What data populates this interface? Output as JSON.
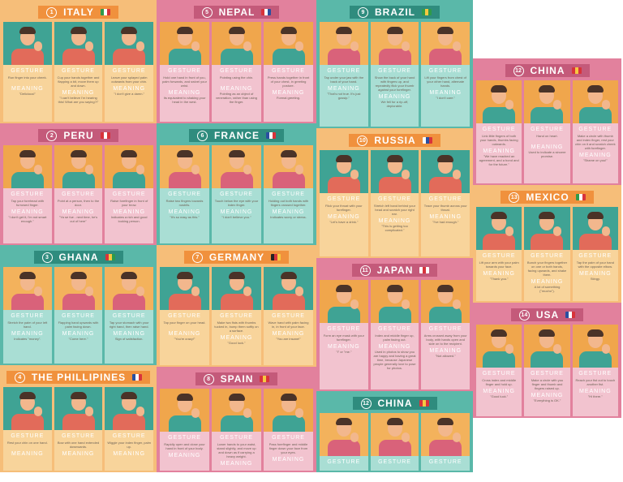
{
  "labels": {
    "gesture": "GESTURE",
    "meaning": "MEANING"
  },
  "panels": [
    {
      "num": "1",
      "country": "ITALY",
      "theme": "orange",
      "flag": [
        "#2f9a4a",
        "#ffffff",
        "#d8333b"
      ],
      "cards": [
        {
          "desc": "Run finger into your cheek.",
          "quote": "\"Delicious!\""
        },
        {
          "desc": "Cup your hands together and flapping a bit, move them up and down.",
          "quote": "\"I can't believe I'm hearing this! What are you saying?!\""
        },
        {
          "desc": "Leave your splayed palm outwards from your chin.",
          "quote": "\"I don't give a damn.\""
        }
      ]
    },
    {
      "num": "2",
      "country": "PERU",
      "theme": "pink",
      "flag": [
        "#d8333b",
        "#ffffff",
        "#d8333b"
      ],
      "cards": [
        {
          "desc": "Tap your forehead with furrowed finger.",
          "quote": "\"I don't get it, I'm not smart enough.\""
        },
        {
          "desc": "Point at a person, then to the door.",
          "quote": "\"Ya se fue - next time, he's out of here\""
        },
        {
          "desc": "Raise forefinger in front of your brow.",
          "quote": "Indicates a rich and good looking person."
        }
      ]
    },
    {
      "num": "3",
      "country": "GHANA",
      "theme": "teal",
      "flag": [
        "#d8333b",
        "#f5c842",
        "#2f9a4a"
      ],
      "cards": [
        {
          "desc": "Stretch the palm of your left hand.",
          "quote": "Indicates \"money\"."
        },
        {
          "desc": "Flapping hand upwards with palm facing down.",
          "quote": "\"Come here.\""
        },
        {
          "desc": "Tap your stomach with your right hand, then raise hand.",
          "quote": "Sign of satisfaction."
        }
      ]
    },
    {
      "num": "4",
      "country": "THE PHILLIPINES",
      "theme": "orange",
      "flag": [
        "#2a4fa0",
        "#ffffff",
        "#d8333b"
      ],
      "cards": [
        {
          "desc": "Rest your chin on one hand.",
          "quote": ""
        },
        {
          "desc": "Bow with one hand extended downwards.",
          "quote": ""
        },
        {
          "desc": "Wiggle your index finger, palm up.",
          "quote": ""
        }
      ]
    },
    {
      "num": "5",
      "country": "NEPAL",
      "theme": "pink",
      "flag": [
        "#d8333b",
        "#ffffff",
        "#2a4fa0"
      ],
      "cards": [
        {
          "desc": "Hold one hand in front of you, palm forwards, and swivel your wrist.",
          "quote": "Its equivalent to shaking your head in the west."
        },
        {
          "desc": "Pointing using the chin.",
          "quote": "Pointing as an object of veneration, rather than using the finger."
        },
        {
          "desc": "Press hands together in front of your chest, in greeting posture.",
          "quote": "Formal greeting."
        }
      ]
    },
    {
      "num": "6",
      "country": "FRANCE",
      "theme": "teal",
      "flag": [
        "#2a4fa0",
        "#ffffff",
        "#d8333b"
      ],
      "cards": [
        {
          "desc": "Raise two fingers towards nostrils.",
          "quote": "\"It's so easy as this.\""
        },
        {
          "desc": "Touch below the eye with your index finger.",
          "quote": "\"I don't believe you.\""
        },
        {
          "desc": "Holding out both hands with fingers crossed together.",
          "quote": "Indicates worry or stress."
        }
      ]
    },
    {
      "num": "7",
      "country": "GERMANY",
      "theme": "orange",
      "flag": [
        "#222222",
        "#d8333b",
        "#f5c842"
      ],
      "cards": [
        {
          "desc": "Tap your finger on your head.",
          "quote": "\"You're crazy!\""
        },
        {
          "desc": "Make two fists with thumbs tucked in, bump them softly on a surface.",
          "quote": "\"Good luck.\""
        },
        {
          "desc": "Wave hand with palm facing in, in front of your face.",
          "quote": "\"You are insane!\""
        }
      ]
    },
    {
      "num": "8",
      "country": "SPAIN",
      "theme": "pink",
      "flag": [
        "#d8333b",
        "#f5c842",
        "#d8333b"
      ],
      "cards": [
        {
          "desc": "Rapidly open and close your hand in front of your body.",
          "quote": ""
        },
        {
          "desc": "Lower hands to your waist, stand slightly, and move up and down as if carrying a heavy weight.",
          "quote": ""
        },
        {
          "desc": "Pass forefinger and middle finger down your face from your eyes.",
          "quote": ""
        }
      ]
    },
    {
      "num": "9",
      "country": "BRAZIL",
      "theme": "teal",
      "flag": [
        "#2f9a4a",
        "#f5c842",
        "#2f9a4a"
      ],
      "cards": [
        {
          "desc": "Tap under your jaw with the back of your hand.",
          "quote": "\"That's not true. It's just gossip.\""
        },
        {
          "desc": "Show the back of your hand with fingers up, and repeatedly flick your thumb against your forefinger.",
          "quote": "We fell for a rip-off, deplorable."
        },
        {
          "desc": "Lift your fingers from chest of your other hand, alternate hands.",
          "quote": "\"I don't care.\""
        }
      ]
    },
    {
      "num": "10",
      "country": "RUSSIA",
      "theme": "orange",
      "flag": [
        "#ffffff",
        "#2a4fa0",
        "#d8333b"
      ],
      "cards": [
        {
          "desc": "Flick your throat with your forefinger.",
          "quote": "\"Let's have a drink.\""
        },
        {
          "desc": "Stretch left hand behind your head and scratch your right ear.",
          "quote": "\"This is getting too complicated.\""
        },
        {
          "desc": "Trace your thumb across your throat.",
          "quote": "\"I've had enough.\""
        }
      ]
    },
    {
      "num": "11",
      "country": "JAPAN",
      "theme": "pink",
      "flag": [
        "#ffffff",
        "#d8333b",
        "#ffffff"
      ],
      "cards": [
        {
          "desc": "Form an eye mask with your forefinger.",
          "quote": "\"I\" or \"me.\""
        },
        {
          "desc": "Index and middle finger up, palm facing out.",
          "quote": "Used in photos to show you are happy and having a great time, because Japanese people generally love to pose for photos."
        },
        {
          "desc": "Arms crossed away from your body, with hands open and side on to the recipient.",
          "quote": "\"Not allowed.\""
        }
      ]
    },
    {
      "num": "12",
      "country": "CHINA",
      "theme": "teal",
      "flag": [
        "#d8333b",
        "#f5c842",
        "#d8333b"
      ],
      "cards": [
        {
          "desc": "",
          "quote": ""
        },
        {
          "desc": "",
          "quote": ""
        },
        {
          "desc": "",
          "quote": ""
        }
      ]
    },
    {
      "num": "12",
      "country": "CHINA",
      "theme": "pink",
      "flag": [
        "#d8333b",
        "#f5c842",
        "#d8333b"
      ],
      "cards": [
        {
          "desc": "Link little fingers of both your hands, thumbs facing outwards.",
          "quote": "\"We have reached an agreement, and a bond and for the future.\""
        },
        {
          "desc": "Hand on heart.",
          "quote": "Used to indicate a sincere promise."
        },
        {
          "desc": "Make a circle with thumb and index finger, rest your chin on it and scratch cheek with forefinger.",
          "quote": "\"Shame on you!\""
        }
      ]
    },
    {
      "num": "13",
      "country": "MEXICO",
      "theme": "orange",
      "flag": [
        "#2f9a4a",
        "#ffffff",
        "#d8333b"
      ],
      "cards": [
        {
          "desc": "Lift your arm with your palm towards your face.",
          "quote": "\"Thank you.\""
        },
        {
          "desc": "Bunch your fingers together on one or both hands, facing upwards, and shake them.",
          "quote": "A lot of something (\"mucho\")."
        },
        {
          "desc": "Tap the palm of your hand with the opposite elbow.",
          "quote": "Stingy."
        }
      ]
    },
    {
      "num": "14",
      "country": "USA",
      "theme": "pink",
      "flag": [
        "#2a4fa0",
        "#ffffff",
        "#d8333b"
      ],
      "cards": [
        {
          "desc": "Cross index and middle finger and hold up.",
          "quote": "\"Good luck.\""
        },
        {
          "desc": "Make a circle with you finger and thumb and fingers raised up.",
          "quote": "\"Everything is OK.\""
        },
        {
          "desc": "Reach your fist out to touch another fist.",
          "quote": "\"Hi there.\""
        }
      ]
    }
  ]
}
